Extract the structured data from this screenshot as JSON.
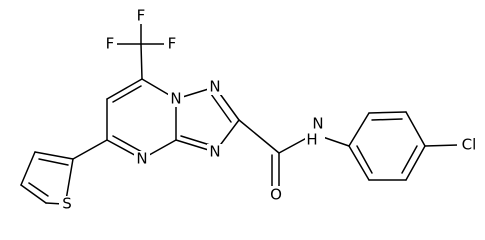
{
  "diagram": {
    "type": "chemical-structure",
    "atom_labels": {
      "f_top": "F",
      "f_left": "F",
      "f_right": "F",
      "n1": "N",
      "n2": "N",
      "n3": "N",
      "n4": "N",
      "nh": "N",
      "h": "H",
      "o": "O",
      "s": "S",
      "cl": "Cl"
    },
    "colors": {
      "bond": "#000000",
      "text": "#000000",
      "background": "#ffffff"
    }
  }
}
